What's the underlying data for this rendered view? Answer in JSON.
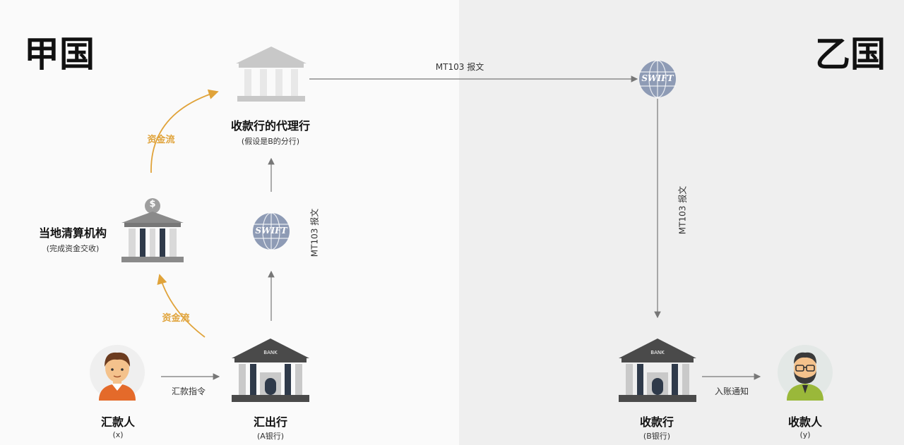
{
  "countries": {
    "left": "甲国",
    "right": "乙国"
  },
  "nodes": {
    "correspondent": {
      "title": "收款行的代理行",
      "sub": "(假设是B的分行)"
    },
    "clearing": {
      "title": "当地清算机构",
      "sub": "(完成资金交收)"
    },
    "remitter": {
      "title": "汇款人",
      "sub": "(x)"
    },
    "remitting_bank": {
      "title": "汇出行",
      "sub": "(A银行)"
    },
    "receiving_bank": {
      "title": "收款行",
      "sub": "(B银行)"
    },
    "payee": {
      "title": "收款人",
      "sub": "(y)"
    }
  },
  "edges": {
    "fund_flow_upper": "资金流",
    "fund_flow_lower": "资金流",
    "remit_instruction": "汇款指令",
    "mt103_top": "MT103 报文",
    "mt103_left": "MT103 报文",
    "mt103_right": "MT103 报文",
    "credit_notice": "入账通知"
  },
  "icons": {
    "swift_text": "SWIFT",
    "bank_sign": "BANK",
    "clearing_sign": "$"
  },
  "colors": {
    "fund_flow": "#e0a33a",
    "arrow": "#777777",
    "building": "#4a4a4a",
    "pillar": "#c9c9c9",
    "skin": "#f4c28c",
    "swift": "#8e9bb5"
  }
}
